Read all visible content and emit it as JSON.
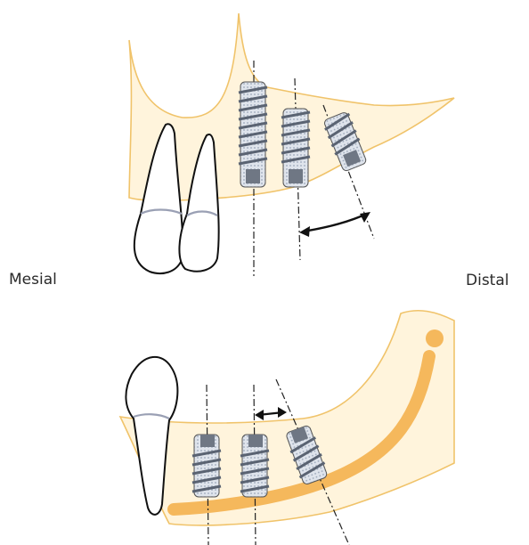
{
  "labels": {
    "mesial": "Mesial",
    "distal": "Distal"
  },
  "colors": {
    "bone_fill": "#fff4dc",
    "bone_outline": "#f0c36a",
    "nerve_canal": "#f5b85c",
    "implant_light": "#c9d2de",
    "implant_dark": "#6f7784",
    "outline": "#111111",
    "enamel_line": "#9aa0b4"
  },
  "icons": {
    "upper": "maxilla-implant-diagram",
    "lower": "mandible-implant-diagram",
    "angle": "double-arrow-icon"
  }
}
